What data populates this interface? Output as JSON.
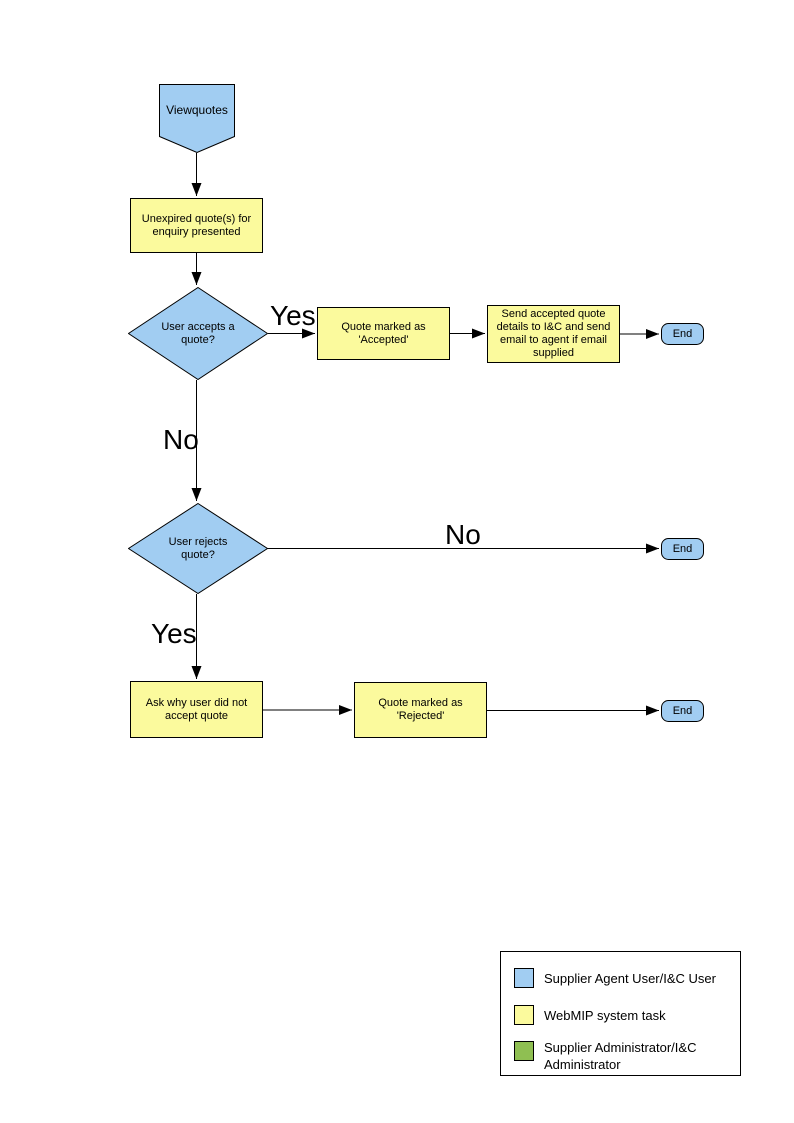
{
  "colors": {
    "actor_user_blue": "#A1CDF2",
    "system_task_yellow": "#FBFA9D",
    "administrator_green": "#8FBF52",
    "outline_black": "#000000"
  },
  "flowchart": {
    "start": {
      "label": "Viewquotes"
    },
    "unexpired_quotes": {
      "label": "Unexpired quote(s) for enquiry presented"
    },
    "accept_decision": {
      "label": "User accepts a quote?"
    },
    "accepted": {
      "label": "Quote marked as 'Accepted'"
    },
    "send_details": {
      "label": "Send accepted quote details to I&C and send email to agent if email supplied"
    },
    "reject_decision": {
      "label": "User rejects quote?"
    },
    "ask_why": {
      "label": "Ask why user did not accept quote"
    },
    "rejected": {
      "label": "Quote marked as 'Rejected'"
    },
    "ends": [
      "End",
      "End",
      "End"
    ],
    "branch_labels": {
      "accept_yes": "Yes",
      "accept_no": "No",
      "reject_no": "No",
      "reject_yes": "Yes"
    }
  },
  "legend": {
    "items": [
      {
        "label": "Supplier Agent User/I&C User",
        "color": "#A1CDF2"
      },
      {
        "label": "WebMIP system task",
        "color": "#FBFA9D"
      },
      {
        "label": "Supplier Administrator/I&C Administrator",
        "color": "#8FBF52"
      }
    ]
  }
}
